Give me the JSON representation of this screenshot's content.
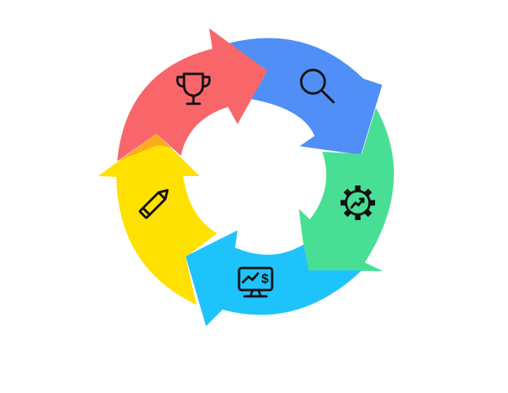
{
  "diagram": {
    "type": "cycle",
    "segments": [
      {
        "id": "search",
        "icon": "magnifier-icon",
        "color": "#4f8ff7"
      },
      {
        "id": "optimize",
        "icon": "gear-growth-icon",
        "color": "#48df95"
      },
      {
        "id": "analytics",
        "icon": "monitor-dollar-icon",
        "color": "#1fc3fb"
      },
      {
        "id": "create",
        "icon": "pencil-icon",
        "color": "#ffe100"
      },
      {
        "id": "win",
        "icon": "trophy-icon",
        "color": "#f8666a"
      }
    ],
    "text": []
  }
}
